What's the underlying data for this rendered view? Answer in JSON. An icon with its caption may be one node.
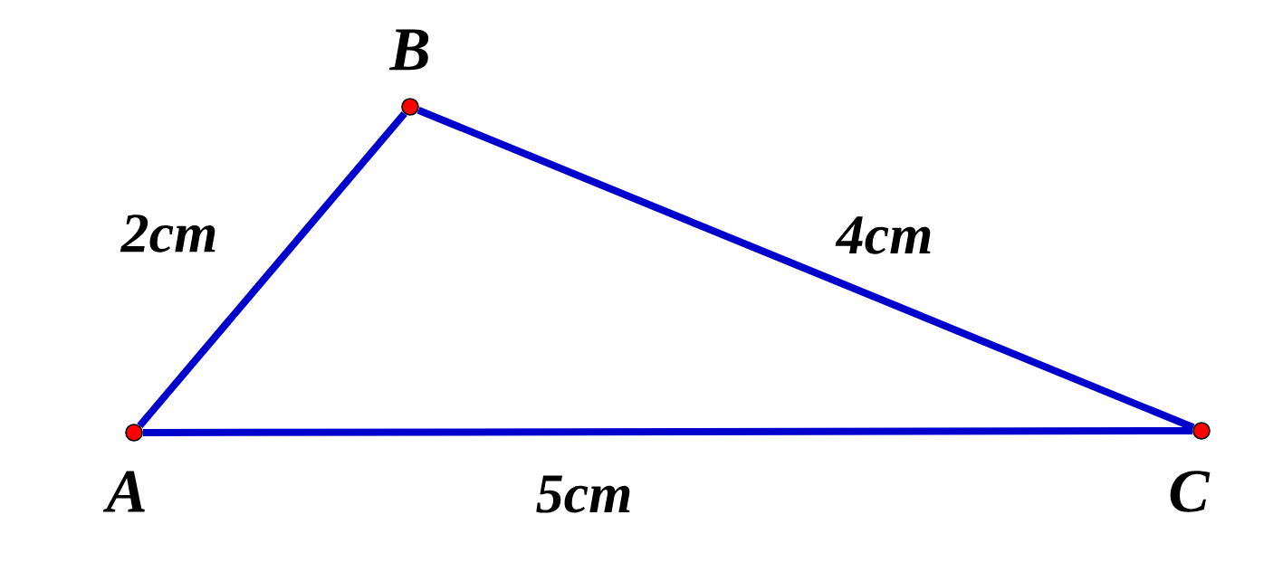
{
  "diagram": {
    "nodes": [
      {
        "text": [],
        "shape": "circle",
        "beside": [
          "A"
        ]
      },
      {
        "text": [],
        "shape": "circle",
        "beside": [
          "B"
        ]
      },
      {
        "text": [],
        "shape": "circle",
        "beside": [
          "C"
        ]
      }
    ],
    "edges": [
      {
        "from": 0,
        "to": 1,
        "arrow": "none",
        "label": "2cm"
      },
      {
        "from": 1,
        "to": 2,
        "arrow": "none",
        "label": "4cm"
      },
      {
        "from": 0,
        "to": 2,
        "arrow": "none",
        "label": "5cm"
      }
    ]
  }
}
